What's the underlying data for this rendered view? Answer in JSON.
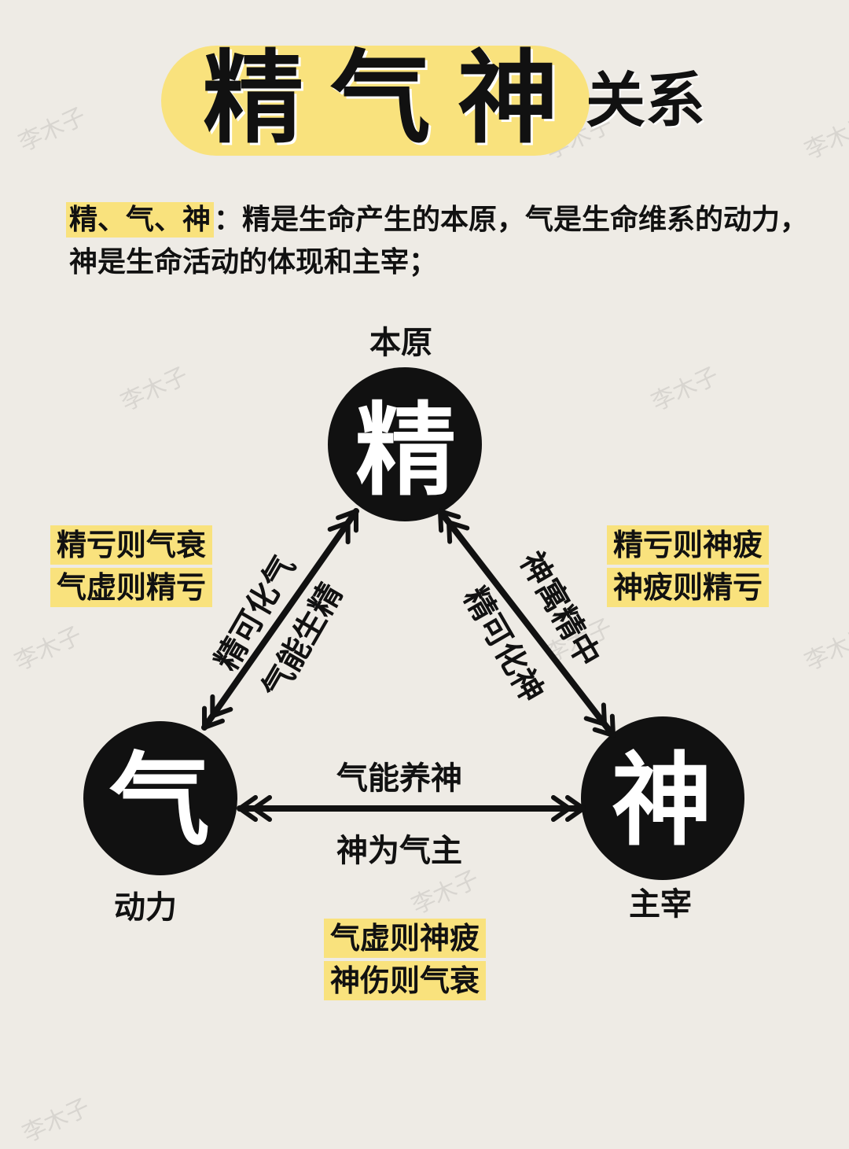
{
  "title": {
    "chars": [
      "精",
      "气",
      "神"
    ],
    "suffix": "关系"
  },
  "intro": {
    "highlight": "精、气、神",
    "line1_rest": "：精是生命产生的本原，气是生命维系的动力，",
    "line2": "神是生命活动的体现和主宰；"
  },
  "nodes": {
    "jing": {
      "char": "精",
      "role": "本原"
    },
    "qi": {
      "char": "气",
      "role": "动力"
    },
    "shen": {
      "char": "神",
      "role": "主宰"
    }
  },
  "edges": {
    "jing_qi": {
      "outer": "精可化气",
      "inner": "气能生精"
    },
    "jing_shen": {
      "outer": "神寓精中",
      "inner": "精可化神"
    },
    "qi_shen": {
      "top": "气能养神",
      "bottom": "神为气主"
    }
  },
  "notes": {
    "left": [
      "精亏则气衰",
      "气虚则精亏"
    ],
    "right": [
      "精亏则神疲",
      "神疲则精亏"
    ],
    "bottom": [
      "气虚则神疲",
      "神伤则气衰"
    ]
  },
  "watermark": "李木子",
  "colors": {
    "background": "#eeebe5",
    "highlight": "#f9e27d",
    "ink": "#111111"
  }
}
